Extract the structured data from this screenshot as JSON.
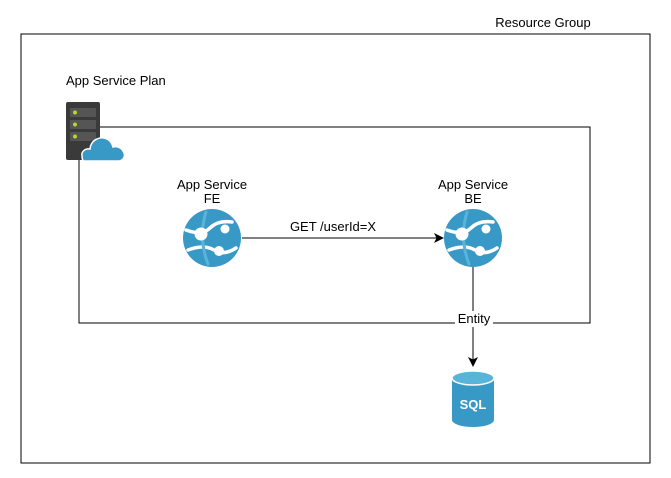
{
  "resource_group": {
    "label": "Resource Group"
  },
  "app_service_plan": {
    "label": "App Service Plan",
    "icon": "server-cloud-icon"
  },
  "app_service_fe": {
    "line1": "App Service",
    "line2": "FE",
    "icon": "app-service-icon"
  },
  "app_service_be": {
    "line1": "App Service",
    "line2": "BE",
    "icon": "app-service-icon"
  },
  "sql_database": {
    "label": "SQL",
    "icon": "sql-database-icon"
  },
  "edges": {
    "fe_to_be": "GET /userId=X",
    "be_to_sql": "Entity"
  },
  "colors": {
    "azure_blue": "#3999c6",
    "azure_light": "#59b4d9",
    "server_dark": "#3a3a3a",
    "led_green": "#b8d432",
    "line": "#000000"
  }
}
